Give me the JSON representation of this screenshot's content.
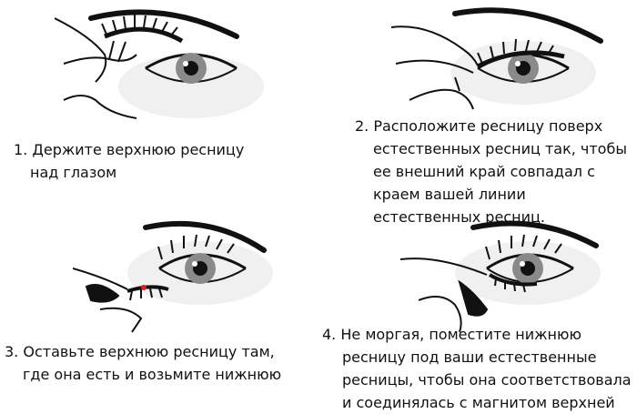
{
  "steps": [
    {
      "number": "1.",
      "lines": [
        "1. Держите верхнюю ресницу",
        "над глазом"
      ]
    },
    {
      "number": "2.",
      "lines": [
        "2. Расположите ресницу поверх",
        "естественных ресниц так, чтобы",
        "ее внешний край совпадал с",
        "краем вашей линии",
        "естественных ресниц."
      ]
    },
    {
      "number": "3.",
      "lines": [
        "3. Оставьте верхнюю ресницу там,",
        "где она есть и возьмите нижнюю"
      ]
    },
    {
      "number": "4.",
      "lines": [
        "4. Не моргая, поместите нижнюю",
        "ресницу под ваши естественные",
        "ресницы, чтобы она соответствовала",
        "и соединялась с магнитом верхней"
      ]
    }
  ],
  "colors": {
    "ink": "#111111",
    "iris": "#8a8a8a",
    "shadow": "#e6e6e6",
    "magnet": "#d62020"
  }
}
